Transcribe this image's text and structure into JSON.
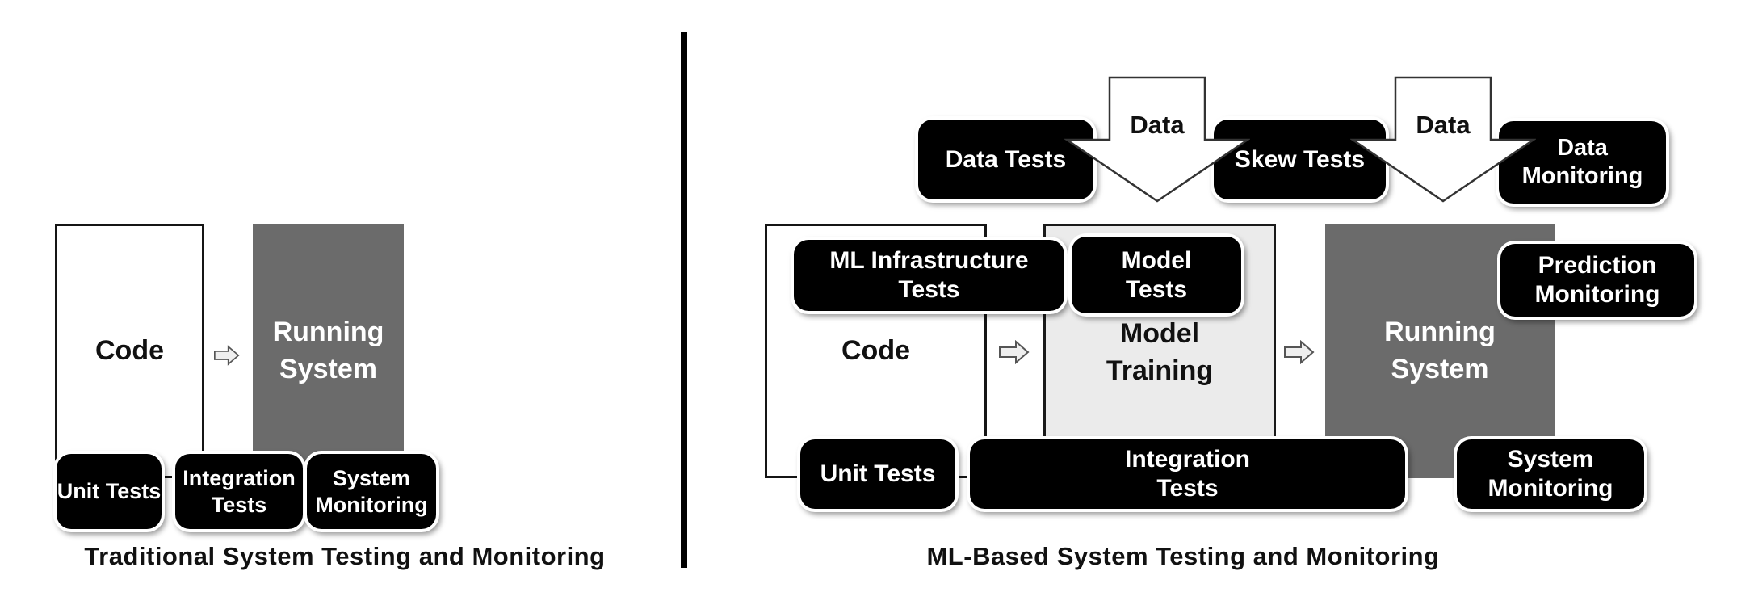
{
  "left_panel": {
    "caption": "Traditional System Testing and Monitoring",
    "code_box": {
      "label": "Code"
    },
    "running_system_box": {
      "lines": [
        "Running",
        "System"
      ]
    },
    "unit_tests_pill": {
      "label": "Unit Tests"
    },
    "integration_tests_pill": {
      "lines": [
        "Integration",
        "Tests"
      ]
    },
    "system_monitoring_pill": {
      "lines": [
        "System",
        "Monitoring"
      ]
    }
  },
  "right_panel": {
    "caption": "ML-Based System Testing and Monitoring",
    "data_flow_arrows": [
      {
        "label": "Data"
      },
      {
        "label": "Data"
      }
    ],
    "data_tests_pill": {
      "label": "Data Tests"
    },
    "skew_tests_pill": {
      "label": "Skew Tests"
    },
    "data_monitoring_pill": {
      "lines": [
        "Data",
        "Monitoring"
      ]
    },
    "ml_infrastructure_tests_pill": {
      "lines": [
        "ML Infrastructure",
        "Tests"
      ]
    },
    "model_tests_pill": {
      "lines": [
        "Model",
        "Tests"
      ]
    },
    "prediction_monitoring_pill": {
      "lines": [
        "Prediction",
        "Monitoring"
      ]
    },
    "code_box": {
      "label": "Code"
    },
    "model_training_box": {
      "lines": [
        "Model",
        "Training"
      ]
    },
    "running_system_box": {
      "lines": [
        "Running",
        "System"
      ]
    },
    "unit_tests_pill": {
      "label": "Unit Tests"
    },
    "integration_tests_pill": {
      "lines": [
        "Integration",
        "Tests"
      ]
    },
    "system_monitoring_pill": {
      "lines": [
        "System",
        "Monitoring"
      ]
    }
  },
  "colors": {
    "running_system_gray": "#6b6b6b",
    "model_training_gray": "#ebebeb",
    "pill_black": "#000000",
    "arrow_white": "#ffffff"
  }
}
